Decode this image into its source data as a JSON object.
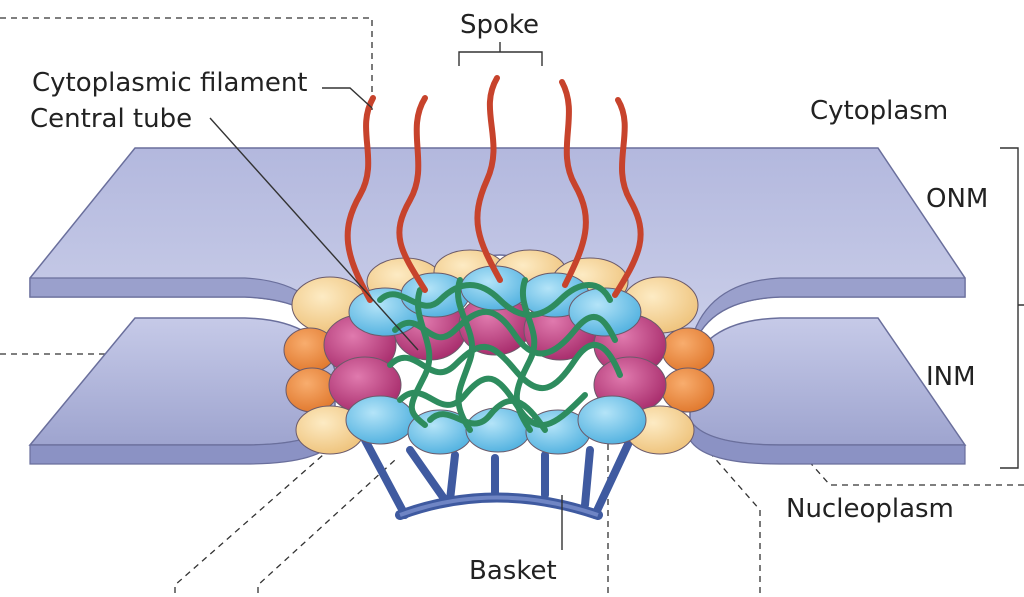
{
  "labels": {
    "spoke": "Spoke",
    "cytoplasmic_filament": "Cytoplasmic filament",
    "central_tube": "Central tube",
    "cytoplasm": "Cytoplasm",
    "onm": "ONM",
    "inm": "INM",
    "nucleoplasm": "Nucleoplasm",
    "basket": "Basket"
  },
  "colors": {
    "membrane": "#b8bddf",
    "membrane_edge": "#6a6f9c",
    "filament": "#c7432c",
    "central_tube": "#2e8c5e",
    "blue_subunit": "#6fc4ea",
    "magenta_subunit": "#c0397f",
    "peach_subunit": "#f6d59a",
    "orange_subunit": "#ef8a3f",
    "basket": "#3f5aa0"
  }
}
